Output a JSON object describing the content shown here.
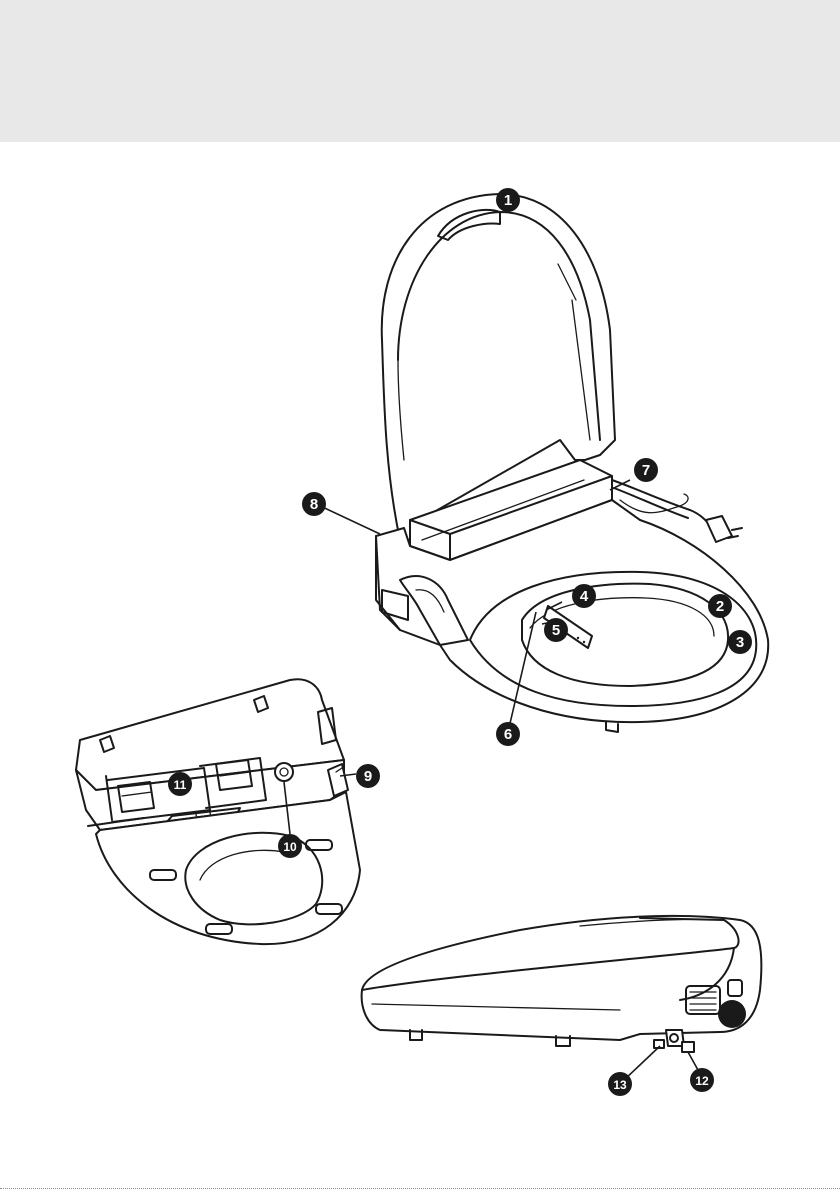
{
  "page": {
    "background": "#ffffff",
    "header_band_color": "#e8e8e8",
    "line_color": "#1a1a1a"
  },
  "callouts": [
    {
      "id": "c1",
      "label": "1"
    },
    {
      "id": "c2",
      "label": "2"
    },
    {
      "id": "c3",
      "label": "3"
    },
    {
      "id": "c4",
      "label": "4"
    },
    {
      "id": "c5",
      "label": "5"
    },
    {
      "id": "c6",
      "label": "6"
    },
    {
      "id": "c7",
      "label": "7"
    },
    {
      "id": "c8",
      "label": "8"
    },
    {
      "id": "c9",
      "label": "9"
    },
    {
      "id": "c10",
      "label": "10"
    },
    {
      "id": "c11",
      "label": "11"
    },
    {
      "id": "c12",
      "label": "12"
    },
    {
      "id": "c13",
      "label": "13"
    }
  ]
}
